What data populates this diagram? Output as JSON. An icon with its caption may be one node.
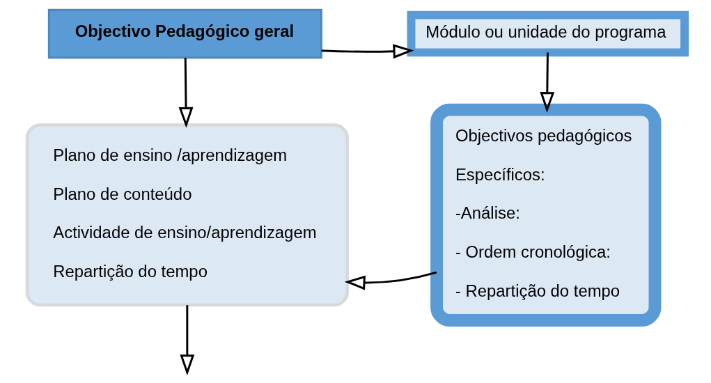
{
  "diagram": {
    "nodes": [
      {
        "text": [
          "Objectivo Pedagógico geral"
        ]
      },
      {
        "text": [
          "Módulo ou unidade do programa"
        ]
      },
      {
        "text": [
          "Objectivos pedagógicos",
          "Específicos:",
          "-Análise:",
          "- Ordem cronológica:",
          "- Repartição do tempo"
        ]
      },
      {
        "text": [
          "Plano de ensino /aprendizagem",
          "Plano de conteúdo",
          "Actividade de ensino/aprendizagem",
          "Repartição do tempo"
        ]
      }
    ],
    "edges": [
      {
        "from": 0,
        "to": 1,
        "arrow": "to"
      },
      {
        "from": 0,
        "to": 3,
        "arrow": "to"
      },
      {
        "from": 1,
        "to": 2,
        "arrow": "to"
      },
      {
        "from": 2,
        "to": 3,
        "arrow": "to"
      },
      {
        "from": 3,
        "to": null,
        "arrow": "to"
      }
    ]
  }
}
